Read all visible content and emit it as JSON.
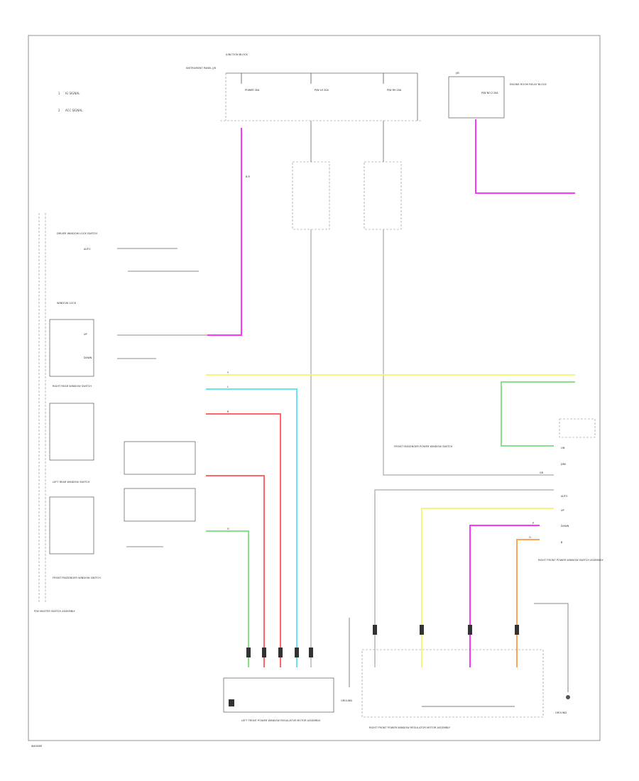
{
  "legend": {
    "items": [
      "IG SIGNAL",
      "ACC SIGNAL"
    ]
  },
  "fuse_block_main": {
    "title": "JUNCTION BLOCK",
    "side_label": "INSTRUMENT PANEL J/B",
    "fuses": [
      "POWER 30A",
      "P/W LH 20A",
      "P/W RH 20A"
    ]
  },
  "fuse_block_aux": {
    "title": "J/B",
    "fuse": "P/W NO.2 20A",
    "side_label": "ENGINE ROOM RELAY BLOCK"
  },
  "master_switch": {
    "title": "P/W MASTER SWITCH ASSEMBLY",
    "switch_labels": [
      "DRIVER WINDOW LOCK SWITCH",
      "WINDOW LOCK",
      "RIGHT REAR WINDOW SWITCH",
      "LEFT REAR WINDOW SWITCH",
      "FRONT PASSENGER WINDOW SWITCH"
    ],
    "pin_labels": [
      "UP",
      "DOWN",
      "AUTO"
    ]
  },
  "wire_labels": {
    "main_feed": "B-R",
    "yellow": "Y",
    "cyan": "L",
    "red": "R",
    "green": "G",
    "magenta": "P",
    "orange": "O",
    "gray": "GR"
  },
  "connector_labels": [
    "LIN",
    "DRV",
    "AUTO",
    "UP",
    "DOWN",
    "B"
  ],
  "right_switch": {
    "title": "RIGHT FRONT POWER WINDOW SWITCH ASSEMBLY",
    "label": "FRONT PASSENGER POWER WINDOW SWITCH"
  },
  "left_regulator": {
    "title": "LEFT FRONT POWER WINDOW REGULATOR MOTOR ASSEMBLY"
  },
  "right_regulator": {
    "title": "RIGHT FRONT POWER WINDOW REGULATOR MOTOR ASSEMBLY"
  },
  "grounds": [
    "GROUND",
    "GROUND"
  ],
  "footer": "W4000M",
  "colors": {
    "magenta": "#ff33ff",
    "yellow": "#f5f57a",
    "cyan": "#66e6f5",
    "red": "#ff6666",
    "green": "#88e088",
    "orange": "#ffa552",
    "gray": "#b8b8b8"
  }
}
